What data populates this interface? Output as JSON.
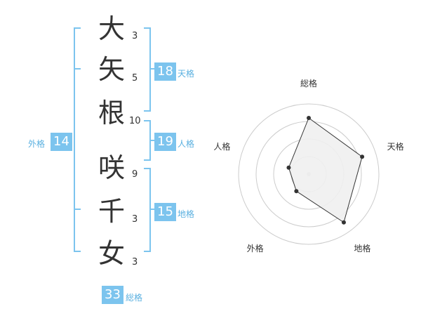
{
  "name": {
    "chars": [
      "大",
      "矢",
      "根",
      "咲",
      "千",
      "女"
    ],
    "strokes": [
      "3",
      "5",
      "10",
      "9",
      "3",
      "3"
    ]
  },
  "fortunes": {
    "tenkaku": {
      "value": "18",
      "label": "天格"
    },
    "jinkaku": {
      "value": "19",
      "label": "人格"
    },
    "chikaku": {
      "value": "15",
      "label": "地格"
    },
    "gaikaku": {
      "value": "14",
      "label": "外格"
    },
    "soukaku": {
      "value": "33",
      "label": "総格"
    }
  },
  "chart_data": {
    "type": "radar",
    "axes": [
      "総格",
      "天格",
      "地格",
      "外格",
      "人格"
    ],
    "values": [
      0.8,
      0.8,
      0.85,
      0.3,
      0.3
    ],
    "max": 1,
    "rings": 4,
    "colors": {
      "fill": "#f0f0f0",
      "line": "#333333",
      "ring": "#cccccc",
      "point": "#333333"
    }
  }
}
